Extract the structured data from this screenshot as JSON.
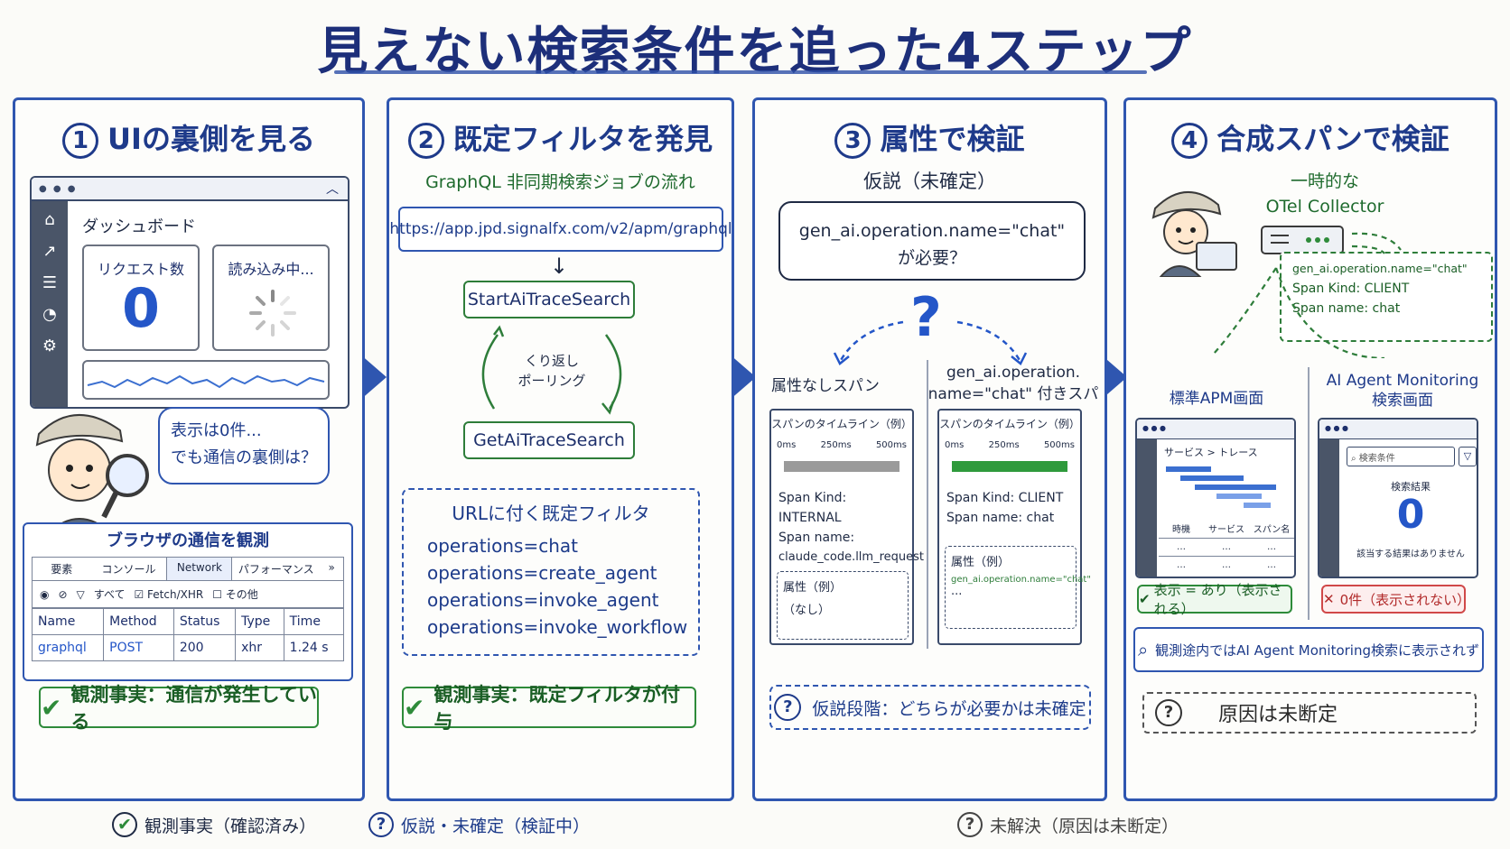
{
  "title": "見えない検索条件を追った4ステップ",
  "panels": [
    {
      "num": "1",
      "heading": "UIの裏側を見る",
      "dashboard": {
        "title": "ダッシュボード",
        "card1_label": "リクエスト数",
        "card1_value": "0",
        "card2_label": "読み込み中..."
      },
      "bubble": [
        "表示は0件...",
        "でも通信の裏側は？"
      ],
      "devtools": {
        "title": "ブラウザの通信を観測",
        "tabs": [
          "要素",
          "コンソール",
          "Network",
          "パフォーマンス",
          "»"
        ],
        "filter_all": "すべて",
        "filter_fetch": "Fetch/XHR",
        "filter_other": "その他",
        "columns": [
          "Name",
          "Method",
          "Status",
          "Type",
          "Time"
        ],
        "row": [
          "graphql",
          "POST",
          "200",
          "xhr",
          "1.24 s"
        ]
      },
      "fact": "観測事実：通信が発生している"
    },
    {
      "num": "2",
      "heading": "既定フィルタを発見",
      "subtitle": "GraphQL 非同期検索ジョブの流れ",
      "url": "https://app.jpd.signalfx.com/v2/apm/graphql",
      "start_api": "StartAiTraceSearch",
      "loop_label": [
        "くり返し",
        "ポーリング"
      ],
      "get_api": "GetAiTraceSearch",
      "filter_title": "URLに付く既定フィルタ",
      "filters": [
        "operations=chat",
        "operations=create_agent",
        "operations=invoke_agent",
        "operations=invoke_workflow"
      ],
      "fact": "観測事実：既定フィルタが付与"
    },
    {
      "num": "3",
      "heading": "属性で検証",
      "subtitle": "仮説（未確定）",
      "hypothesis": [
        "gen_ai.operation.name=\"chat\"",
        "が必要？"
      ],
      "left_label": "属性なしスパン",
      "right_label": [
        "gen_ai.operation.",
        "name=\"chat\" 付きスパン"
      ],
      "timeline_title": "スパンのタイムライン（例）",
      "ticks": [
        "0ms",
        "250ms",
        "500ms"
      ],
      "left_span": [
        "Span Kind: INTERNAL",
        "Span name:",
        "claude_code.llm_request"
      ],
      "left_attr": [
        "属性（例）",
        "（なし）"
      ],
      "right_span": [
        "Span Kind: CLIENT",
        "Span name: chat"
      ],
      "right_attr": [
        "属性（例）",
        "gen_ai.operation.name=\"chat\"",
        "..."
      ],
      "pending": "仮説段階：どちらが必要かは未確定"
    },
    {
      "num": "4",
      "heading": "合成スパンで検証",
      "collector": [
        "一時的な",
        "OTel Collector"
      ],
      "collector_attrs": [
        "gen_ai.operation.name=\"chat\"",
        "Span Kind: CLIENT",
        "Span name: chat"
      ],
      "left_label": "標準APM画面",
      "right_label": [
        "AI Agent Monitoring",
        "検索画面"
      ],
      "apm_crumb": "サービス > トレース",
      "apm_cols": [
        "時機",
        "サービス",
        "スパン名"
      ],
      "search_placeholder": "検索条件",
      "search_result_label": "検索結果",
      "search_result_value": "0",
      "search_empty": "該当する結果はありません",
      "status_ok": "表示 = あり（表示される）",
      "status_ng": "0件（表示されない）",
      "observation": "観測途内ではAI Agent Monitoring検索に表示されず",
      "unresolved": "原因は未断定"
    }
  ],
  "legend": [
    "観測事実（確認済み）",
    "仮説・未確定（検証中）",
    "未解決（原因は未断定）"
  ]
}
